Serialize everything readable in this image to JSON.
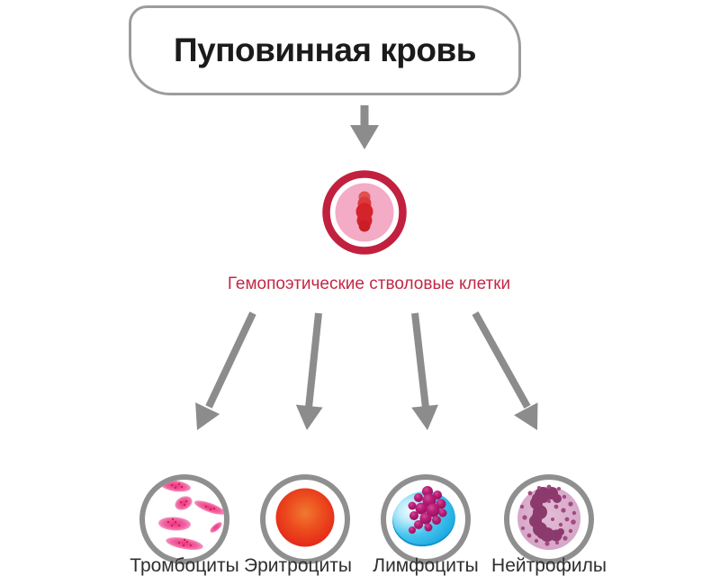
{
  "title": {
    "text": "Пуповинная кровь"
  },
  "stem_cell": {
    "label": "Гемопоэтические стволовые клетки",
    "icon": "stem-cell-icon"
  },
  "cells": [
    {
      "id": "platelets",
      "label": "Тромбоциты",
      "icon": "platelets-icon"
    },
    {
      "id": "erythrocytes",
      "label": "Эритроциты",
      "icon": "erythrocyte-icon"
    },
    {
      "id": "lymphocytes",
      "label": "Лимфоциты",
      "icon": "lymphocyte-icon"
    },
    {
      "id": "neutrophils",
      "label": "Нейтрофилы",
      "icon": "neutrophil-icon"
    }
  ],
  "colors": {
    "box_border_gray": "#9c9c9c",
    "circle_outline_gray": "#8f8f8f",
    "arrow_gray": "#8c8c8c",
    "stem_ring_crimson": "#c2203f",
    "stem_cytoplasm_pink": "#f4abc6",
    "stem_nucleus_red": "#d4232b",
    "stem_label_crimson": "#c32845",
    "platelet_magenta": "#ee3f8e",
    "erythrocyte_red": "#e8301c",
    "lymphocyte_blue": "#1caee6",
    "lymphocyte_nucleus_magenta": "#a81266",
    "neutrophil_mauve": "#d9abca",
    "neutrophil_nucleus_plum": "#8c3a6d",
    "title_text_black": "#1b1b1b",
    "cell_label_dark": "#2e2e2e"
  }
}
